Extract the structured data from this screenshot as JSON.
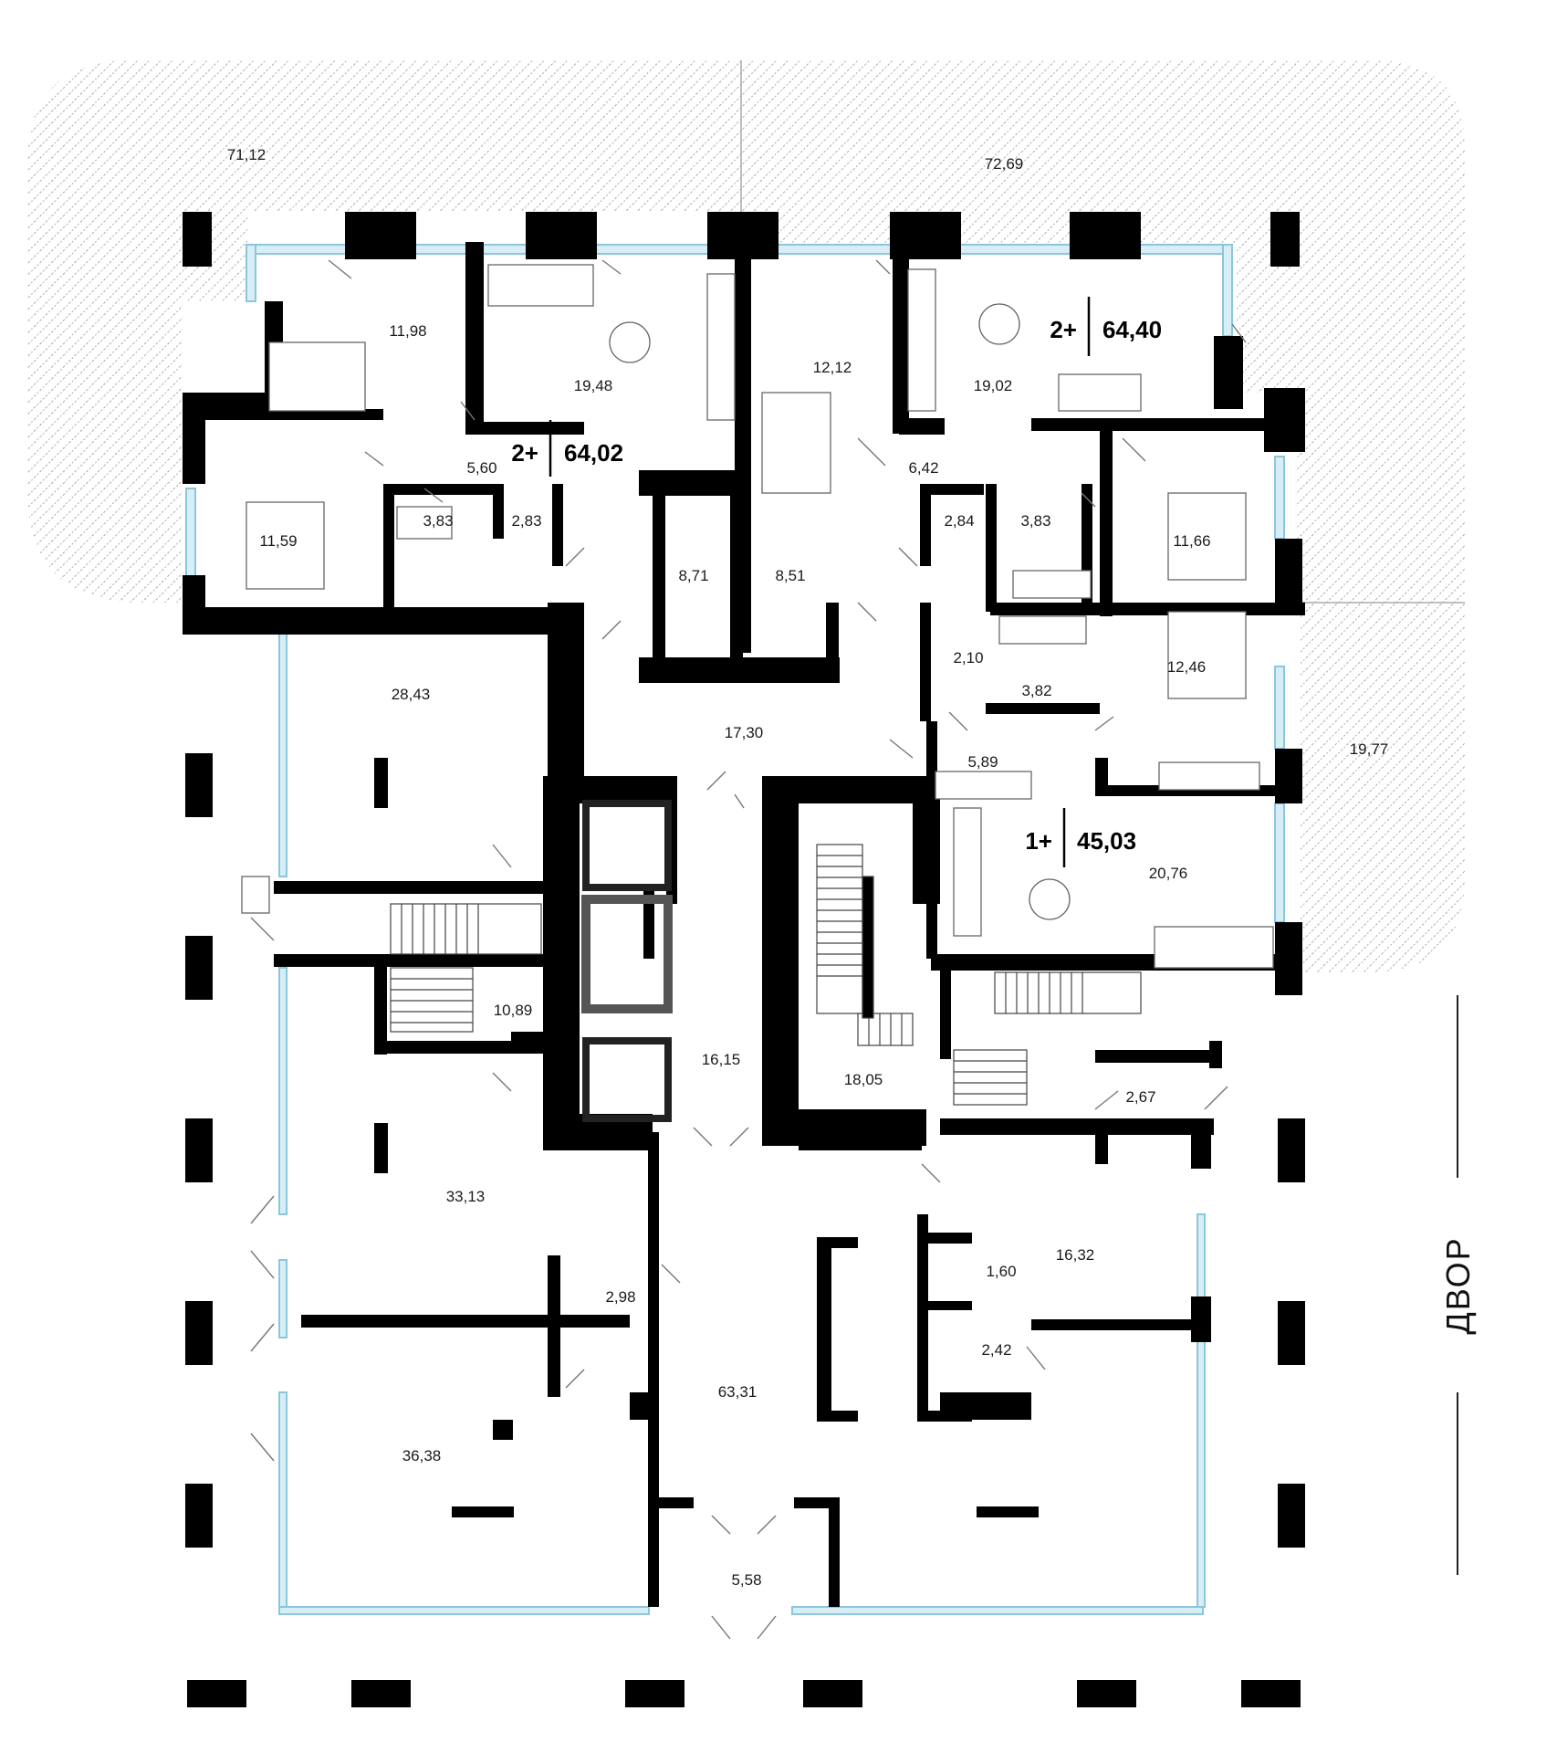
{
  "plan": {
    "apartments": [
      {
        "type": "2+",
        "area": "64,02"
      },
      {
        "type": "2+",
        "area": "64,40"
      },
      {
        "type": "1+",
        "area": "45,03"
      }
    ],
    "terraces": [
      "71,12",
      "72,69",
      "19,77"
    ],
    "rooms": {
      "a1_bed_top": "11,98",
      "a1_living": "19,48",
      "a1_hall": "5,60",
      "a1_bed_left": "11,59",
      "a1_bath": "3,83",
      "a1_wc": "2,83",
      "a2_bed_top": "12,12",
      "a2_living": "19,02",
      "a2_hall": "6,42",
      "a2_wc": "2,84",
      "a2_bath": "3,83",
      "a2_bed_right": "11,66",
      "store_left": "8,71",
      "store_right": "8,51",
      "corridor": "17,30",
      "a3_utility": "2,10",
      "a3_bath": "3,82",
      "a3_bed": "12,46",
      "a3_hall": "5,89",
      "a3_living": "20,76",
      "comm_1": "28,43",
      "stair_west": "10,89",
      "lift_hall": "16,15",
      "stair_core": "18,05",
      "vestibule_east": "2,67",
      "comm_2": "33,13",
      "wc_west": "2,98",
      "lobby": "63,31",
      "comm_3": "36,38",
      "entrance": "5,58",
      "comm_4": "16,32",
      "wc_east_1": "1,60",
      "wc_east_2": "2,42"
    },
    "yard_label": "ДВОР"
  }
}
